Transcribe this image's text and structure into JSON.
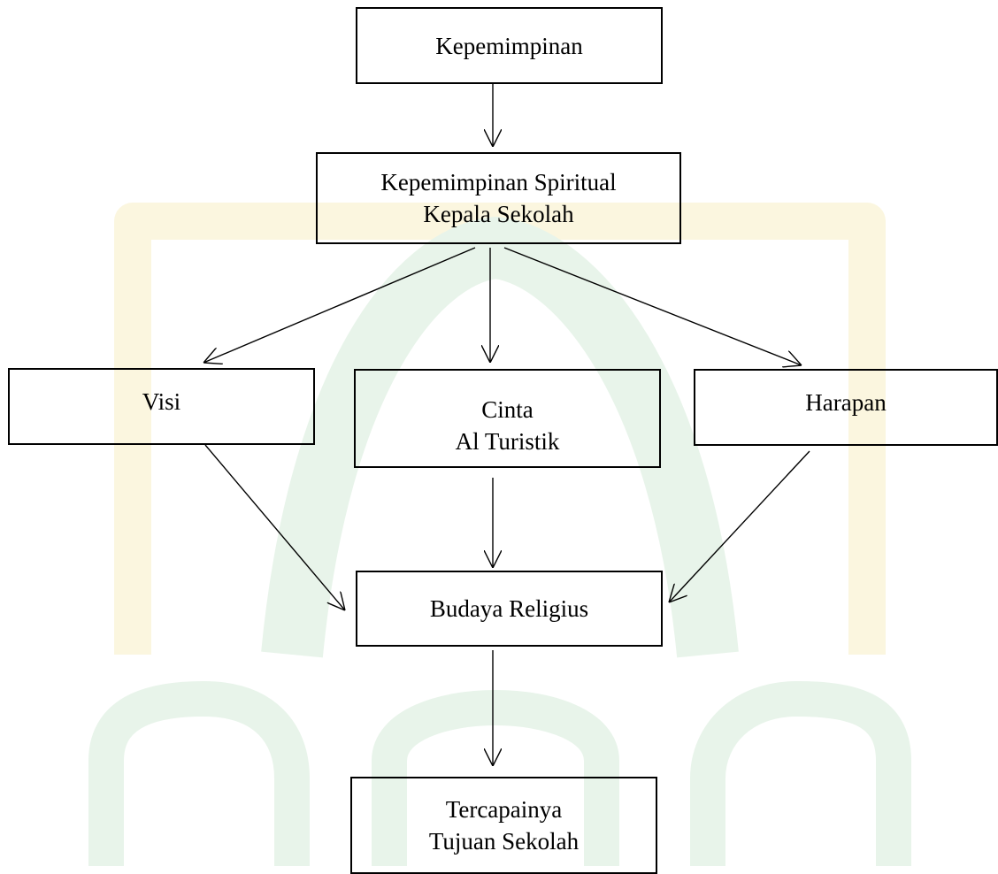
{
  "nodes": {
    "leadership": {
      "line1": "Kepemimpinan"
    },
    "spiritual": {
      "line1": "Kepemimpinan Spiritual",
      "line2": "Kepala Sekolah"
    },
    "vision": {
      "line1": "Visi"
    },
    "love": {
      "line1": "Cinta",
      "line2": "Al Turistik"
    },
    "hope": {
      "line1": "Harapan"
    },
    "culture": {
      "line1": "Budaya Religius"
    },
    "goal": {
      "line1": "Tercapainya",
      "line2": "Tujuan Sekolah"
    }
  },
  "colors": {
    "line": "#000000",
    "watermark_green": "#e8f4ea",
    "watermark_yellow": "#fbf6df"
  }
}
